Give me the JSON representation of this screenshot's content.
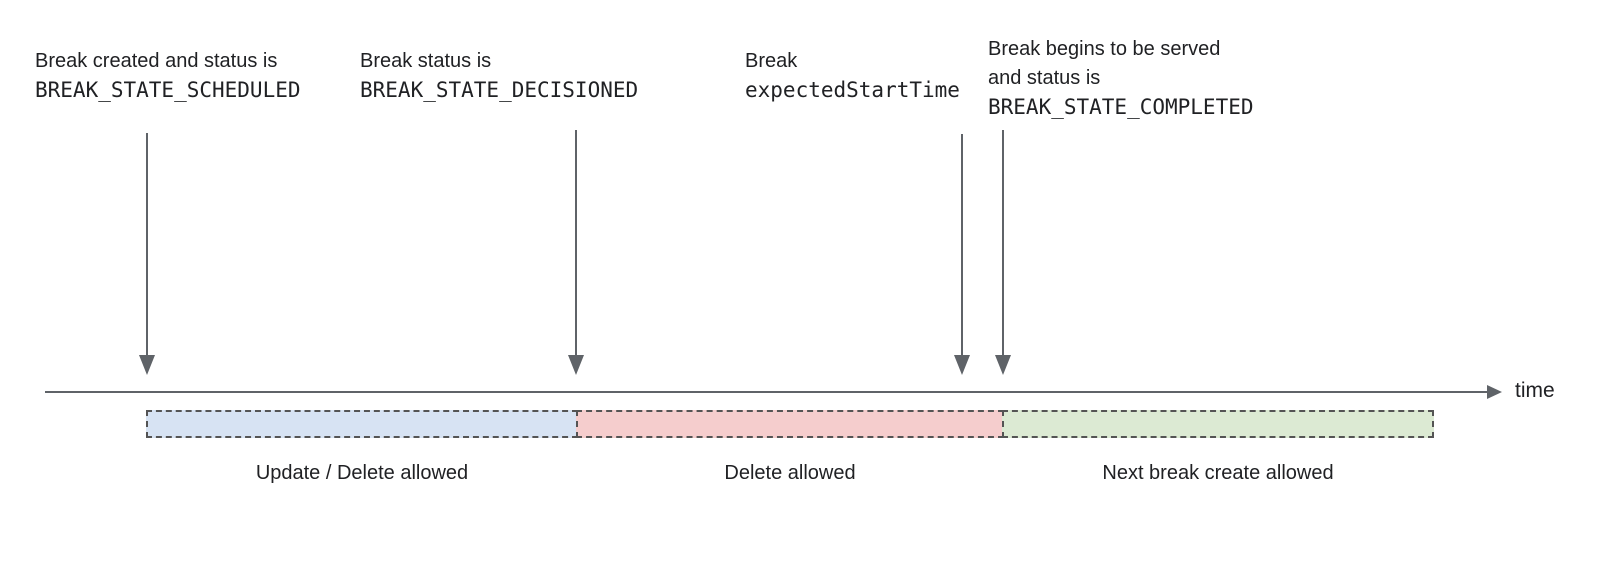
{
  "diagram": {
    "colors": {
      "line": "#5f6368",
      "dash_border": "#545454",
      "text": "#202124"
    },
    "annotations": [
      {
        "lines": [
          {
            "text": "Break created and status is",
            "mono": false
          },
          {
            "text": "BREAK_STATE_SCHEDULED",
            "mono": true
          }
        ]
      },
      {
        "lines": [
          {
            "text": "Break status is",
            "mono": false
          },
          {
            "text": "BREAK_STATE_DECISIONED",
            "mono": true
          }
        ]
      },
      {
        "lines": [
          {
            "text": "Break",
            "mono": false
          },
          {
            "text": "expectedStartTime",
            "mono": true
          }
        ]
      },
      {
        "lines": [
          {
            "text": "Break begins to be served",
            "mono": false
          },
          {
            "text": "and status is",
            "mono": false
          },
          {
            "text": "BREAK_STATE_COMPLETED",
            "mono": true
          }
        ]
      }
    ],
    "timeline": {
      "axis_label": "time"
    },
    "segments": [
      {
        "label": "Update / Delete allowed",
        "fill": "#d7e3f3"
      },
      {
        "label": "Delete allowed",
        "fill": "#f5cdcd"
      },
      {
        "label": "Next break create allowed",
        "fill": "#dcead3"
      }
    ]
  }
}
